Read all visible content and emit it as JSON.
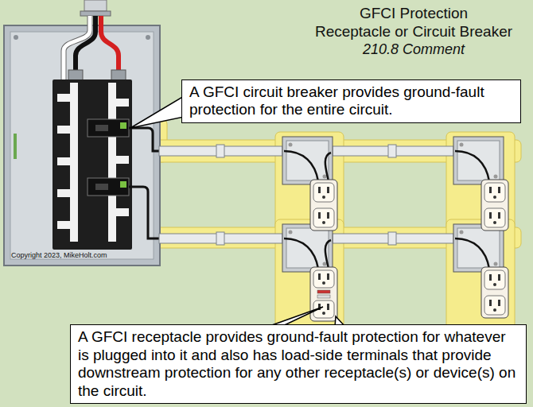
{
  "diagram": {
    "title": "GFCI Protection",
    "nodes": [
      {
        "text": [
          "A GFCI circuit breaker provides ground-fault protection for the entire circuit."
        ]
      },
      {
        "text": [
          "A GFCI receptacle provides ground-fault protection for whatever is plugged into it and also has load-side terminals that provide downstream protection for any other receptacle(s) or device(s) on the circuit."
        ]
      }
    ],
    "labels": [
      "Receptacle or Circuit Breaker",
      "210.8 Comment",
      "Copyright 2023, MikeHolt.com"
    ]
  }
}
